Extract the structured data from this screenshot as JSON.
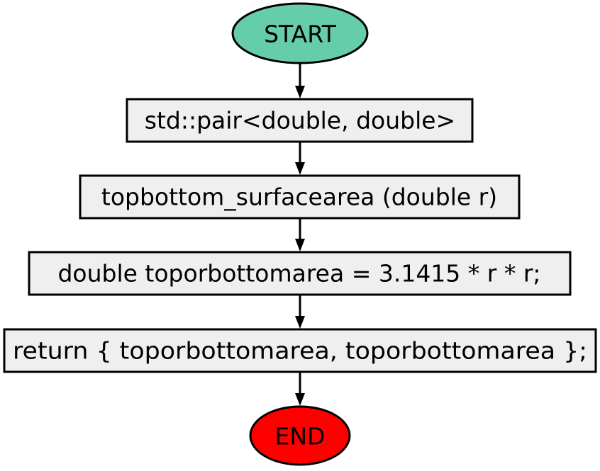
{
  "colors": {
    "start_fill": "#66cdaa",
    "end_fill": "#ff0000",
    "box_fill": "#efefef",
    "stroke": "#000000"
  },
  "nodes": {
    "start": "START",
    "step1": "std::pair<double, double>",
    "step2": "topbottom_surfacearea (double r)",
    "step3": "double toporbottomarea = 3.1415 * r * r;",
    "step4": "return { toporbottomarea, toporbottomarea };",
    "end": "END"
  }
}
